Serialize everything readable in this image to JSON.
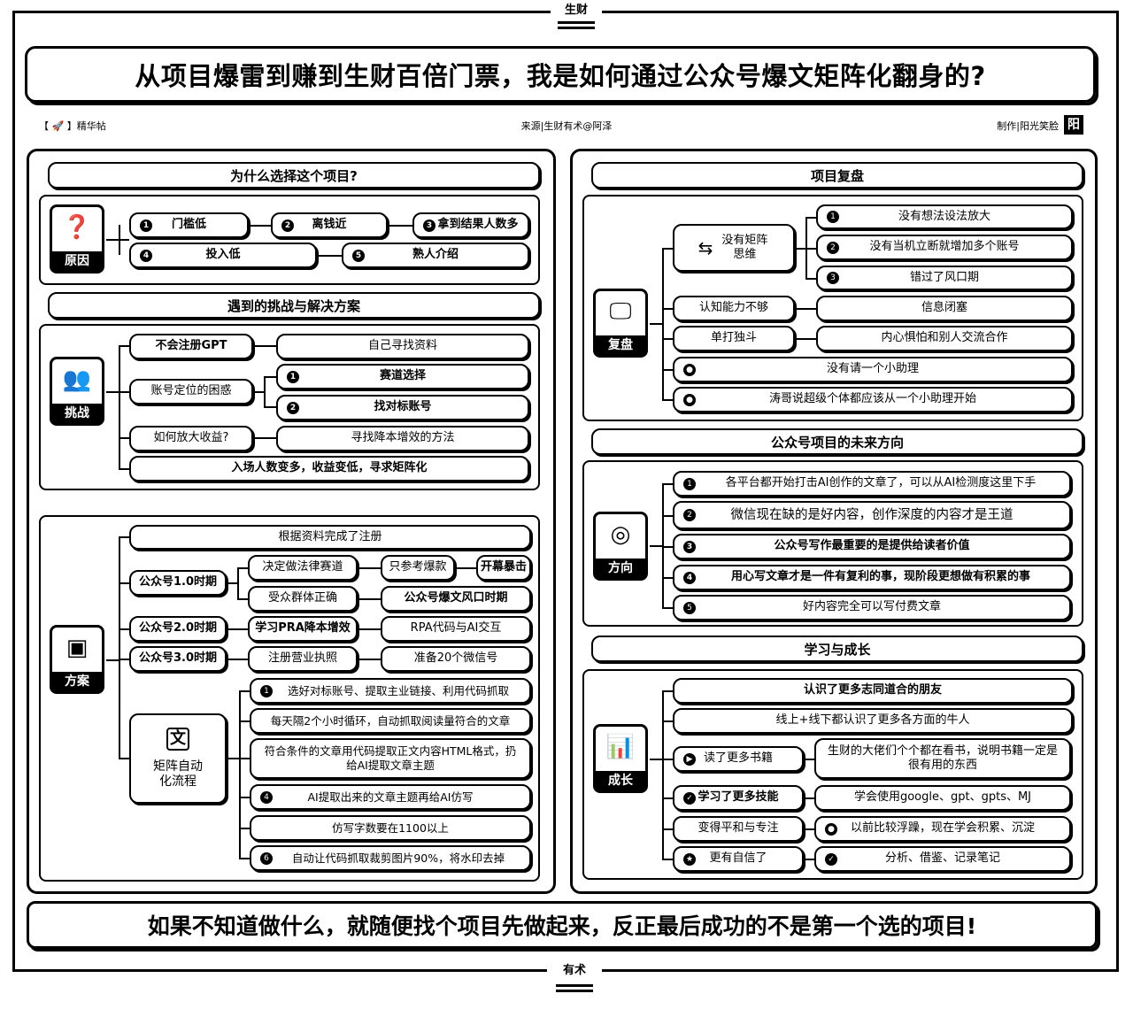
{
  "top_tag": "生财",
  "bottom_tag": "有术",
  "title": "从项目爆雷到赚到生财百倍门票，我是如何通过公众号爆文矩阵化翻身的?",
  "meta": {
    "left": "【 🚀 】精华帖",
    "center": "来源|生财有术@阿泽",
    "right": "制作|阳光笑脸"
  },
  "left": {
    "why": {
      "header": "为什么选择这个项目?",
      "icon": "原因",
      "items": [
        "门槛低",
        "离钱近",
        "拿到结果人数多",
        "投入低",
        "熟人介绍"
      ]
    },
    "challenge": {
      "header": "遇到的挑战与解决方案",
      "icon": "挑战",
      "a1": "不会注册GPT",
      "a1r": "自己寻找资料",
      "a2": "账号定位的困惑",
      "a2r1": "赛道选择",
      "a2r2": "找对标账号",
      "a3": "如何放大收益?",
      "a3r": "寻找降本增效的方法",
      "a4": "入场人数变多，收益变低，寻求矩阵化"
    },
    "plan": {
      "icon": "方案",
      "top": "根据资料完成了注册",
      "p1": "公众号1.0时期",
      "p1a": "决定做法律赛道",
      "p1b": "只参考爆款",
      "p1c": "开幕暴击",
      "p1d": "受众群体正确",
      "p1e": "公众号爆文风口时期",
      "p2": "公众号2.0时期",
      "p2a": "学习PRA降本增效",
      "p2b": "RPA代码与AI交互",
      "p3": "公众号3.0时期",
      "p3a": "注册营业执照",
      "p3b": "准备20个微信号",
      "auto": "矩阵自动化流程",
      "steps": [
        "选好对标账号、提取主业链接、利用代码抓取",
        "每天隔2个小时循环，自动抓取阅读量符合的文章",
        "符合条件的文章用代码提取正文内容HTML格式，扔给AI提取文章主题",
        "AI提取出来的文章主题再给AI仿写",
        "仿写字数要在1100以上",
        "自动让代码抓取裁剪图片90%，将水印去掉"
      ]
    }
  },
  "right": {
    "review": {
      "header": "项目复盘",
      "icon": "复盘",
      "r1": "没有矩阵思维",
      "r1items": [
        "没有想法设法放大",
        "没有当机立断就增加多个账号",
        "错过了风口期"
      ],
      "r2": "认知能力不够",
      "r2r": "信息闭塞",
      "r3": "单打独斗",
      "r3r": "内心惧怕和别人交流合作",
      "r4": "没有请一个小助理",
      "r5": "涛哥说超级个体都应该从一个小助理开始"
    },
    "future": {
      "header": "公众号项目的未来方向",
      "icon": "方向",
      "items": [
        "各平台都开始打击AI创作的文章了，可以从AI检测度这里下手",
        "微信现在缺的是好内容，创作深度的内容才是王道",
        "公众号写作最重要的是提供给读者价值",
        "用心写文章才是一件有复利的事，现阶段更想做有积累的事",
        "好内容完全可以写付费文章"
      ]
    },
    "growth": {
      "header": "学习与成长",
      "icon": "成长",
      "g1": "认识了更多志同道合的朋友",
      "g2": "线上+线下都认识了更多各方面的牛人",
      "g3": "读了更多书籍",
      "g3r": "生财的大佬们个个都在看书，说明书籍一定是很有用的东西",
      "g4": "学习了更多技能",
      "g4r": "学会使用google、gpt、gpts、MJ",
      "g5": "变得平和与专注",
      "g5r": "以前比较浮躁，现在学会积累、沉淀",
      "g6": "更有自信了",
      "g6r": "分析、借鉴、记录笔记"
    }
  },
  "footer": "如果不知道做什么，就随便找个项目先做起来，反正最后成功的不是第一个选的项目!"
}
